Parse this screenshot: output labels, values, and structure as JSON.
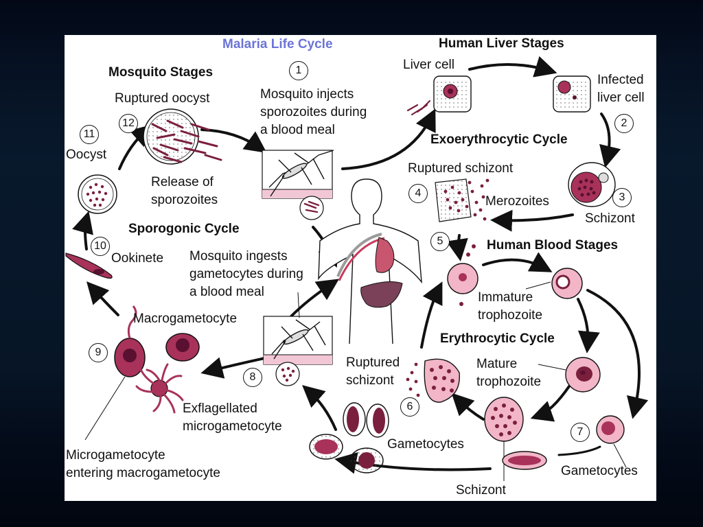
{
  "title": "Malaria Life Cycle",
  "headings": {
    "mosquito_stages": "Mosquito Stages",
    "liver_stages": "Human Liver Stages",
    "exo_cycle": "Exoerythrocytic Cycle",
    "blood_stages": "Human Blood Stages",
    "ery_cycle": "Erythrocytic Cycle",
    "sporogonic_cycle": "Sporogonic Cycle"
  },
  "labels": {
    "ruptured_oocyst": "Ruptured oocyst",
    "oocyst": "Oocyst",
    "release_sporozoites": "Release of\nsporozoites",
    "injects": "Mosquito injects\nsporozoites during\na blood meal",
    "liver_cell": "Liver cell",
    "infected_liver_cell": "Infected\nliver cell",
    "ruptured_schizont_top": "Ruptured schizont",
    "merozoites": "Merozoites",
    "schizont_top": "Schizont",
    "ookinete": "Ookinete",
    "ingests": "Mosquito ingests\ngametocytes during\na blood meal",
    "immature_trophozoite": "Immature\ntrophozoite",
    "macrogametocyte": "Macrogametocyte",
    "ruptured_schizont_bottom": "Ruptured\nschizont",
    "mature_trophozoite": "Mature\ntrophozoite",
    "exflagellated": "Exflagellated\nmicrogametocyte",
    "gametocytes_mid": "Gametocytes",
    "gametocytes_right": "Gametocytes",
    "micro_entering": "Microgametocyte\nentering macrogametocyte",
    "schizont_bottom": "Schizont"
  },
  "steps": [
    "1",
    "2",
    "3",
    "4",
    "5",
    "6",
    "7",
    "8",
    "9",
    "10",
    "11",
    "12"
  ],
  "colors": {
    "title": "#6b74d6",
    "cell_fill": "#f2b6c8",
    "parasite": "#7a1f3d",
    "slide_bg": "#ffffff"
  }
}
